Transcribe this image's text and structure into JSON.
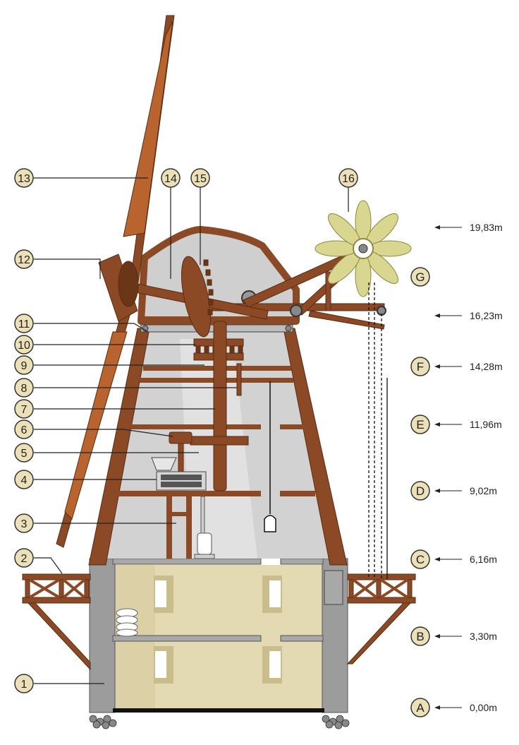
{
  "diagram": {
    "callouts": [
      "1",
      "2",
      "3",
      "4",
      "5",
      "6",
      "7",
      "8",
      "9",
      "10",
      "11",
      "12",
      "13",
      "14",
      "15",
      "16"
    ],
    "levels": [
      {
        "letter": "",
        "height": "19,83m"
      },
      {
        "letter": "G",
        "height": ""
      },
      {
        "letter": "",
        "height": "16,23m"
      },
      {
        "letter": "F",
        "height": "14,28m"
      },
      {
        "letter": "E",
        "height": "11,96m"
      },
      {
        "letter": "D",
        "height": "9,02m"
      },
      {
        "letter": "C",
        "height": "6,16m"
      },
      {
        "letter": "B",
        "height": "3,30m"
      },
      {
        "letter": "A",
        "height": "0,00m"
      }
    ],
    "colors": {
      "wood": "#8B4A25",
      "wood_dark": "#6B3518",
      "wood_light": "#B9642E",
      "stone": "#9a9a9a",
      "stone_light": "#c4c4c4",
      "interior": "#d3d3d3",
      "base_wall": "#e0d6b0",
      "fan": "#d8d68f",
      "marker_fill": "#ece0b8"
    }
  }
}
